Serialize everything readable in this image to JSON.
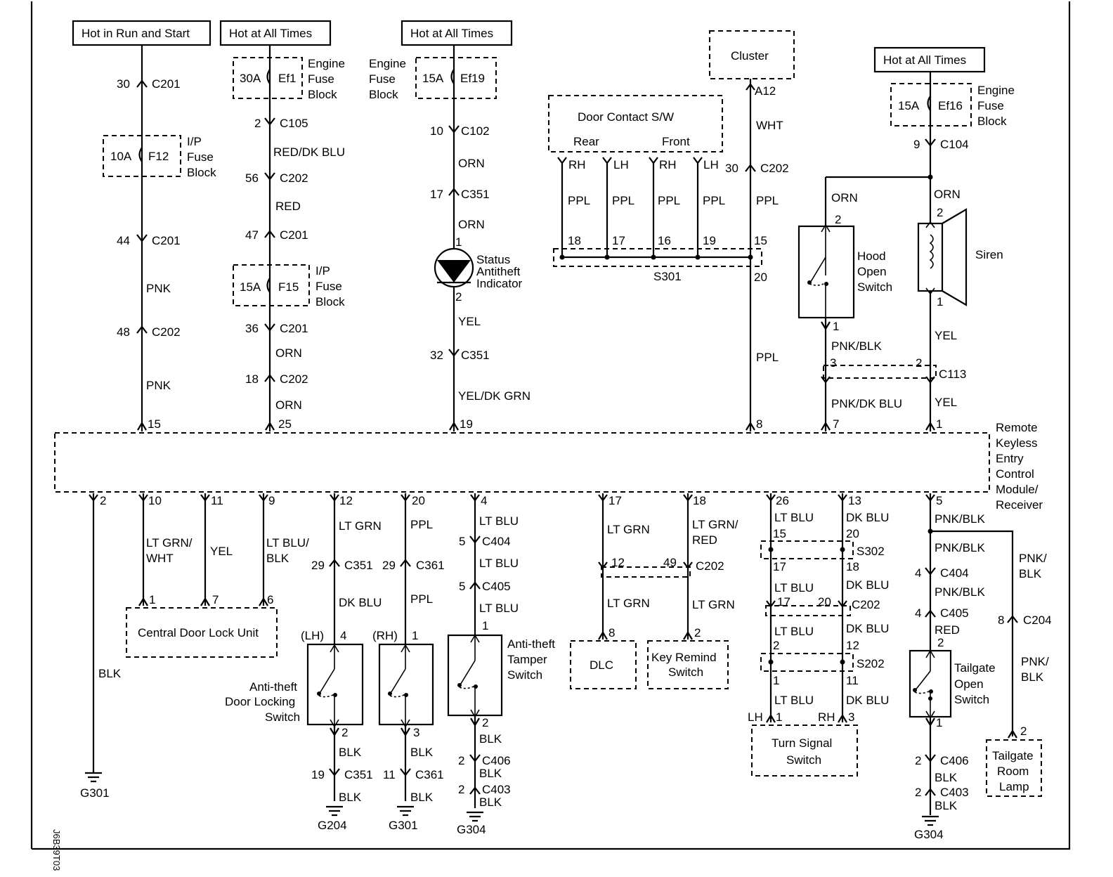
{
  "diagram_id": "J6B39T03",
  "colors": {
    "line": "#000000",
    "background": "#ffffff"
  },
  "power_sources": {
    "run_start": "Hot in Run and Start",
    "at_all_times_1": "Hot at All Times",
    "at_all_times_2": "Hot at All Times",
    "at_all_times_3": "Hot at All Times"
  },
  "components": {
    "cluster": "Cluster",
    "door_contact": "Door Contact S/W",
    "door_contact_rear": "Rear",
    "door_contact_front": "Front",
    "status_indicator": [
      "Status",
      "Antitheft",
      "Indicator"
    ],
    "hood_switch": [
      "Hood",
      "Open",
      "Switch"
    ],
    "siren": "Siren",
    "module": [
      "Remote",
      "Keyless",
      "Entry",
      "Control",
      "Module/",
      "Receiver"
    ],
    "central_door_lock": "Central Door Lock Unit",
    "door_locking_switch": [
      "Anti-theft",
      "Door Locking",
      "Switch"
    ],
    "tamper_switch": [
      "Anti-theft",
      "Tamper",
      "Switch"
    ],
    "dlc": "DLC",
    "key_remind": [
      "Key Remind",
      "Switch"
    ],
    "turn_signal": [
      "Turn Signal",
      "Switch"
    ],
    "tailgate_switch": [
      "Tailgate",
      "Open",
      "Switch"
    ],
    "tailgate_lamp": [
      "Tailgate",
      "Room",
      "Lamp"
    ]
  },
  "fuse_blocks": {
    "if_fuse_block": [
      "I/P",
      "Fuse",
      "Block"
    ],
    "engine_fuse_block": [
      "Engine",
      "Fuse",
      "Block"
    ]
  },
  "fuses": [
    {
      "rating": "10A",
      "id": "F12"
    },
    {
      "rating": "30A",
      "id": "Ef1"
    },
    {
      "rating": "15A",
      "id": "F15"
    },
    {
      "rating": "15A",
      "id": "Ef19"
    },
    {
      "rating": "15A",
      "id": "Ef16"
    }
  ],
  "splices": [
    "S301",
    "S302",
    "S202"
  ],
  "grounds": [
    "G301",
    "G204",
    "G301",
    "G304",
    "G304"
  ],
  "wire_colors": [
    "PNK",
    "RED/DK BLU",
    "RED",
    "ORN",
    "YEL",
    "YEL/DK GRN",
    "WHT",
    "PPL",
    "PNK/BLK",
    "PNK/DK BLU",
    "BLK",
    "LT GRN/",
    "WHT",
    "LT BLU/",
    "LT GRN",
    "DK BLU",
    "LT BLU",
    "RED",
    "PNK/",
    "LT GRN/",
    "DK BLU"
  ],
  "connectors": [
    "C201",
    "C202",
    "C105",
    "C102",
    "C351",
    "C202",
    "C104",
    "C113",
    "C404",
    "C405",
    "C361",
    "C406",
    "C403",
    "C204"
  ],
  "wire_side_labels": {
    "lh": "(LH)",
    "rh": "(RH)",
    "lh_ts": "LH",
    "rh_ts": "RH",
    "rh_dc": "RH",
    "lh_dc": "LH",
    "a12": "A12"
  }
}
